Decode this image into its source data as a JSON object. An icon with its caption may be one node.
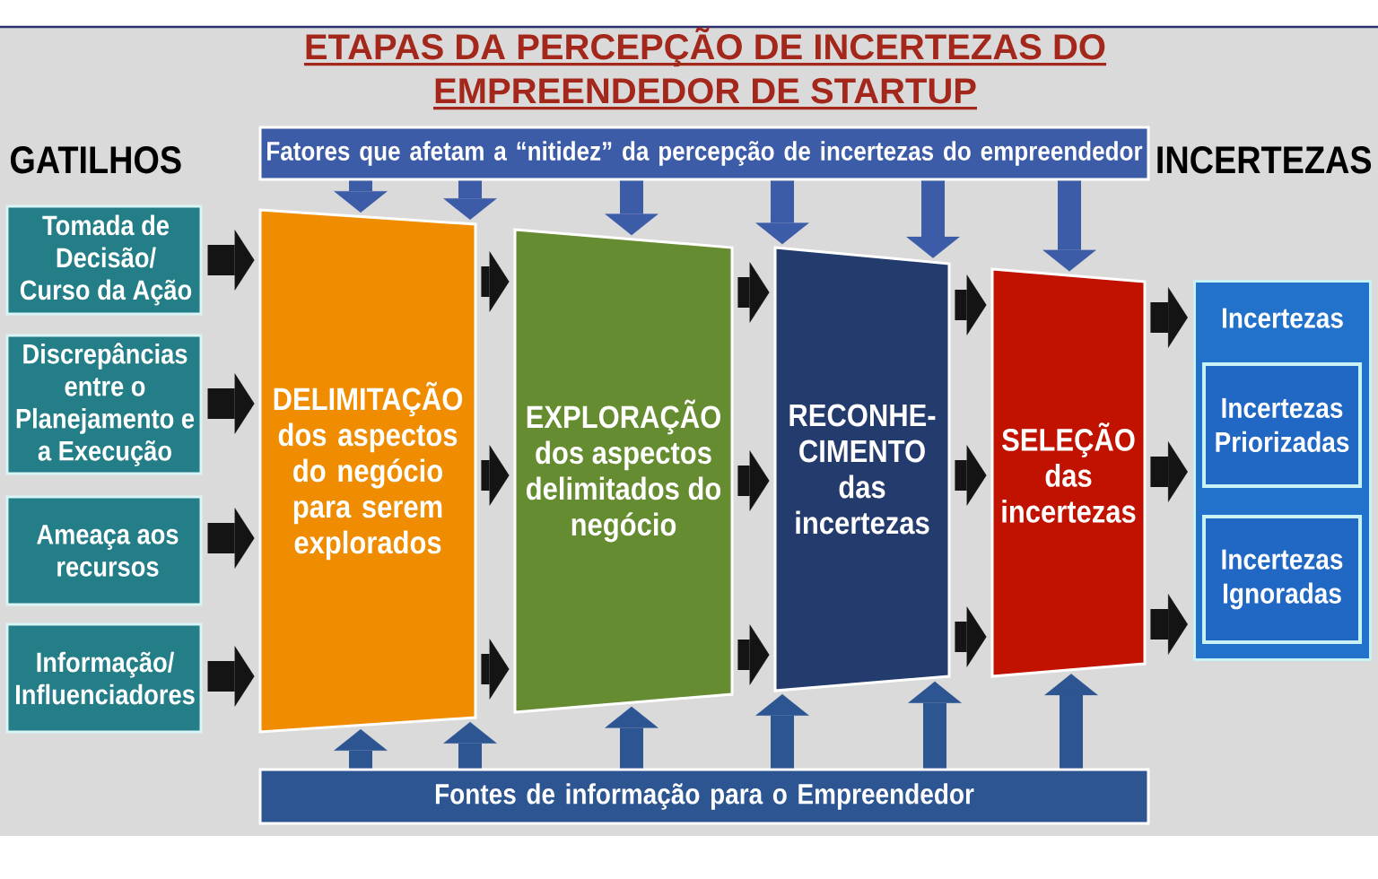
{
  "diagram": {
    "title": "ETAPAS DA PERCEPÇÃO DE INCERTEZAS DO EMPREENDEDOR DE STARTUP",
    "nodes": [
      {
        "text": [
          "Fatores que afetam a “nitidez” da percepção de incertezas do empreendedor"
        ]
      },
      {
        "text": [
          "Tomada de Decisão/ Curso da Ação"
        ]
      },
      {
        "text": [
          "Discrepâncias entre o Planejamento e a Execução"
        ]
      },
      {
        "text": [
          "Ameaça aos recursos"
        ]
      },
      {
        "text": [
          "Informação/ Influenciadores"
        ]
      },
      {
        "text": [
          "DELIMITAÇÃO dos aspectos do negócio para serem explorados"
        ]
      },
      {
        "text": [
          "EXPLORAÇÃO dos aspectos delimitados do negócio"
        ]
      },
      {
        "text": [
          "RECONHE- CIMENTO das incertezas"
        ]
      },
      {
        "text": [
          "SELEÇÃO das incertezas"
        ]
      },
      {
        "text": [
          "Incertezas"
        ]
      },
      {
        "text": [
          "Incertezas Priorizadas"
        ],
        "in": 9
      },
      {
        "text": [
          "Incertezas Ignoradas"
        ],
        "in": 9
      },
      {
        "text": [
          "Fontes de informação para o Empreendedor"
        ]
      }
    ],
    "edges": [
      {
        "from": 1,
        "to": 5,
        "arrow": "to"
      },
      {
        "from": 2,
        "to": 5,
        "arrow": "to"
      },
      {
        "from": 3,
        "to": 5,
        "arrow": "to"
      },
      {
        "from": 4,
        "to": 5,
        "arrow": "to"
      },
      {
        "from": 0,
        "to": 5,
        "arrow": "to",
        "color": "#3c5ca8"
      },
      {
        "from": 0,
        "to": 5,
        "arrow": "to",
        "color": "#3c5ca8"
      },
      {
        "from": 0,
        "to": 6,
        "arrow": "to",
        "color": "#3c5ca8"
      },
      {
        "from": 0,
        "to": 7,
        "arrow": "to",
        "color": "#3c5ca8"
      },
      {
        "from": 0,
        "to": 7,
        "arrow": "to",
        "color": "#3c5ca8"
      },
      {
        "from": 0,
        "to": 8,
        "arrow": "to",
        "color": "#3c5ca8"
      },
      {
        "from": 5,
        "to": 6,
        "arrow": "to"
      },
      {
        "from": 5,
        "to": 6,
        "arrow": "to"
      },
      {
        "from": 5,
        "to": 6,
        "arrow": "to"
      },
      {
        "from": 6,
        "to": 7,
        "arrow": "to"
      },
      {
        "from": 6,
        "to": 7,
        "arrow": "to"
      },
      {
        "from": 6,
        "to": 7,
        "arrow": "to"
      },
      {
        "from": 7,
        "to": 8,
        "arrow": "to"
      },
      {
        "from": 7,
        "to": 8,
        "arrow": "to"
      },
      {
        "from": 7,
        "to": 8,
        "arrow": "to"
      },
      {
        "from": 8,
        "to": 9,
        "arrow": "to"
      },
      {
        "from": 8,
        "to": 9,
        "arrow": "to"
      },
      {
        "from": 8,
        "to": 9,
        "arrow": "to"
      },
      {
        "from": 12,
        "to": 5,
        "arrow": "to",
        "color": "#2d5592"
      },
      {
        "from": 12,
        "to": 5,
        "arrow": "to",
        "color": "#2d5592"
      },
      {
        "from": 12,
        "to": 6,
        "arrow": "to",
        "color": "#2d5592"
      },
      {
        "from": 12,
        "to": 7,
        "arrow": "to",
        "color": "#2d5592"
      },
      {
        "from": 12,
        "to": 7,
        "arrow": "to",
        "color": "#2d5592"
      },
      {
        "from": 12,
        "to": 8,
        "arrow": "to",
        "color": "#2d5592"
      }
    ],
    "labels": [
      "GATILHOS",
      "INCERTEZAS"
    ]
  }
}
